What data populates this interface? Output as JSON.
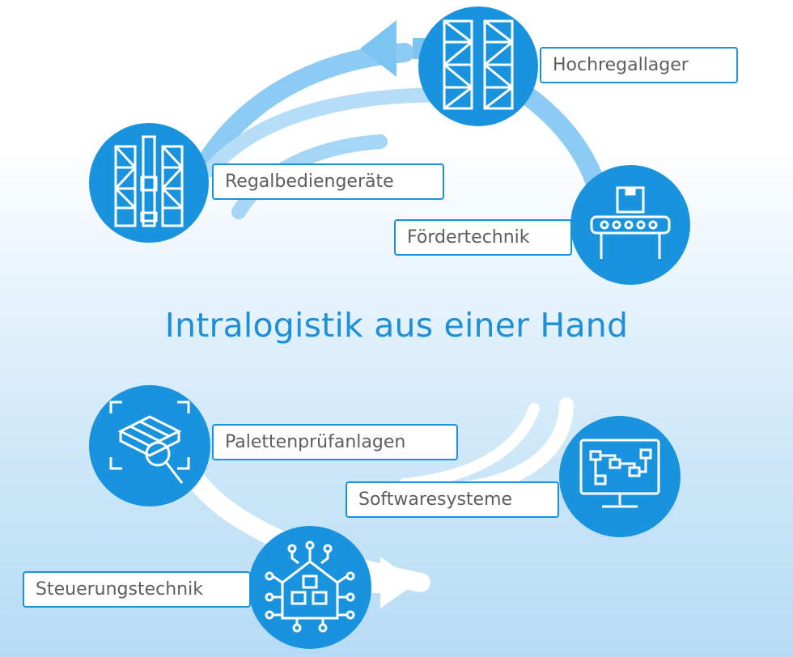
{
  "title": "Intralogistik aus einer Hand",
  "labels": {
    "hochregallager": "Hochregallager",
    "regalbediengeraete": "Regalbediengeräte",
    "foerdertechnik": "Fördertechnik",
    "palettenpruefanlagen": "Palettenprüfanlagen",
    "softwaresysteme": "Softwaresysteme",
    "steuerungstechnik": "Steuerungstechnik"
  },
  "icons": {
    "hochregallager": "high-bay-rack-icon",
    "regalbediengeraete": "stacker-crane-icon",
    "foerdertechnik": "conveyor-icon",
    "palettenpruefanlagen": "pallet-inspection-icon",
    "softwaresysteme": "software-monitor-icon",
    "steuerungstechnik": "control-network-icon"
  },
  "colors": {
    "accent": "#1a93de",
    "light_arrow": "#7cc4f1",
    "label_text": "#5e5e5e",
    "title": "#1d8fd8"
  }
}
